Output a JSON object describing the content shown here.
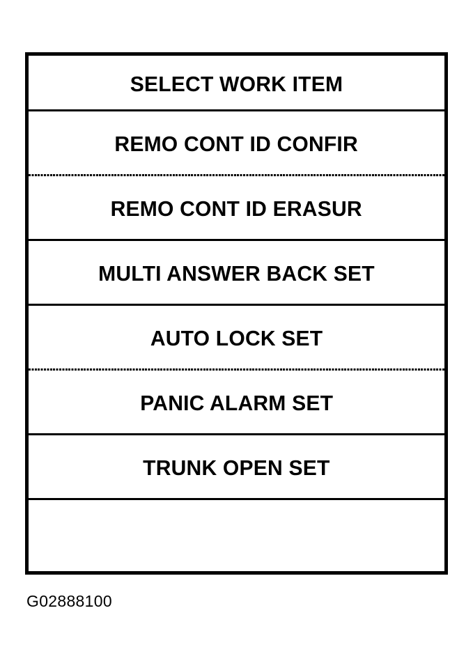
{
  "figure": {
    "caption": "G02888100",
    "frame_color": "#000000",
    "background_color": "#ffffff",
    "text_color": "#000000"
  },
  "menu": {
    "header": {
      "label": "SELECT WORK ITEM",
      "separator_below": "solid"
    },
    "items": [
      {
        "label": "REMO CONT ID CONFIR",
        "separator_below": "dotted"
      },
      {
        "label": "REMO CONT ID ERASUR",
        "separator_below": "solid"
      },
      {
        "label": "MULTI ANSWER BACK SET",
        "separator_below": "solid"
      },
      {
        "label": "AUTO LOCK SET",
        "separator_below": "dotted"
      },
      {
        "label": "PANIC ALARM SET",
        "separator_below": "solid"
      },
      {
        "label": "TRUNK OPEN SET",
        "separator_below": "solid"
      }
    ],
    "blank_row": {
      "label": "",
      "separator_below": "none"
    }
  }
}
